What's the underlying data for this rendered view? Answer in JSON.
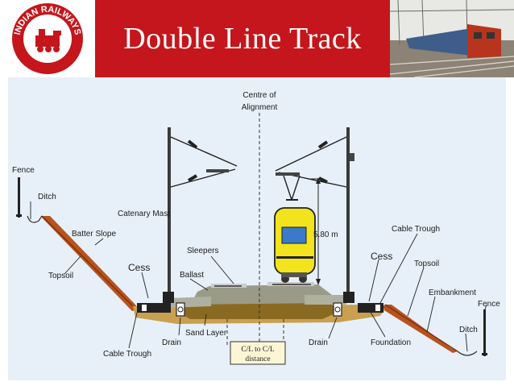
{
  "slide": {
    "title": "Double Line Track",
    "logo_text": "INDIAN RAILWAYS",
    "colors": {
      "header": "#c4161c",
      "panel": "#e7f0f8",
      "soil": "#b8521e",
      "ballast": "#8a8a78",
      "train": "#f2e31c"
    }
  },
  "diagram": {
    "labels": {
      "centre": [
        "Centre of",
        "Alignment"
      ],
      "fence_left": "Fence",
      "ditch_left": "Ditch",
      "catenary_mast": "Catenary Mast",
      "batter_slope": "Batter Slope",
      "topsoil_left": "Topsoil",
      "sleepers": "Sleepers",
      "cess_left": "Cess",
      "ballast": "Ballast",
      "height": "5.80 m",
      "cable_trough_right": "Cable Trough",
      "cess_right": "Cess",
      "topsoil_right": "Topsoil",
      "embankment": "Embankment",
      "fence_right": "Fence",
      "ditch_right": "Ditch",
      "drain_left": "Drain",
      "sand_layer": "Sand Layer",
      "cable_trough_left": "Cable Trough",
      "drain_right": "Drain",
      "foundation": "Foundation",
      "cl_distance": [
        "C/L to C/L",
        "distance"
      ]
    }
  }
}
